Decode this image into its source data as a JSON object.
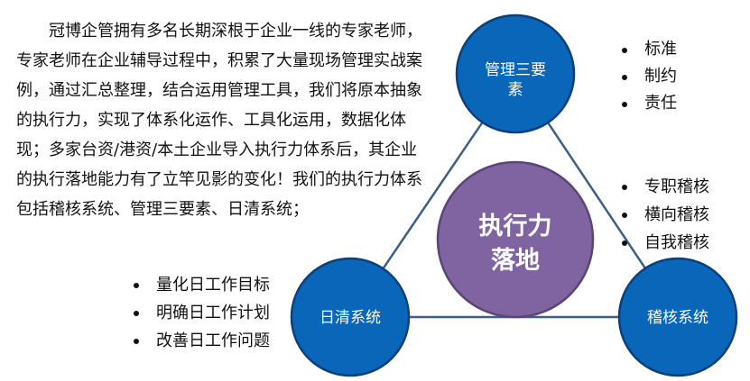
{
  "paragraph": "冠博企管拥有多名长期深根于企业一线的专家老师，专家老师在企业辅导过程中，积累了大量现场管理实战案例，通过汇总整理，结合运用管理工具，我们将原本抽象的执行力，实现了体系化运作、工具化运用，数据化体现；多家台资/港资/本土企业导入执行力体系后，其企业的执行落地能力有了立竿见影的变化！我们的执行力体系包括稽核系统、管理三要素、日清系统；",
  "center": {
    "line1": "执行力",
    "line2": "落地"
  },
  "nodes": {
    "top": {
      "line1": "管理三要",
      "line2": "素"
    },
    "left": {
      "label": "日清系统"
    },
    "right": {
      "label": "稽核系统"
    }
  },
  "bullets": {
    "top": [
      "标准",
      "制约",
      "责任"
    ],
    "right": [
      "专职稽核",
      "横向稽核",
      "自我稽核"
    ],
    "bottom": [
      "量化日工作目标",
      "明确日工作计划",
      "改善日工作问题"
    ]
  },
  "colors": {
    "node_fill": "#0a66b8",
    "node_stroke": "#0d3f7a",
    "center_fill": "#8064a2",
    "center_stroke": "#5b4577",
    "line": "#3d5f86"
  }
}
